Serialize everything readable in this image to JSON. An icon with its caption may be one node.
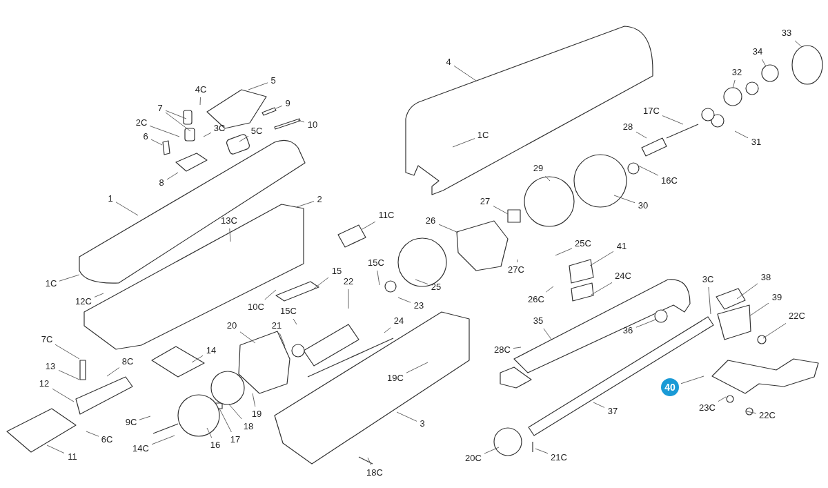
{
  "diagram": {
    "nodes": [
      {
        "text": [
          "33"
        ]
      },
      {
        "text": [
          "4"
        ]
      },
      {
        "text": [
          "34"
        ]
      },
      {
        "text": [
          "32"
        ]
      },
      {
        "text": [
          "5"
        ]
      },
      {
        "text": [
          "4C"
        ]
      },
      {
        "text": [
          "9"
        ]
      },
      {
        "text": [
          "7"
        ]
      },
      {
        "text": [
          "17C"
        ]
      },
      {
        "text": [
          "2C"
        ]
      },
      {
        "text": [
          "10"
        ]
      },
      {
        "text": [
          "3C"
        ]
      },
      {
        "text": [
          "28"
        ]
      },
      {
        "text": [
          "5C"
        ]
      },
      {
        "text": [
          "1C"
        ]
      },
      {
        "text": [
          "6"
        ]
      },
      {
        "text": [
          "31"
        ]
      },
      {
        "text": [
          "29"
        ]
      },
      {
        "text": [
          "16C"
        ]
      },
      {
        "text": [
          "8"
        ]
      },
      {
        "text": [
          "1"
        ]
      },
      {
        "text": [
          "2"
        ]
      },
      {
        "text": [
          "27"
        ]
      },
      {
        "text": [
          "30"
        ]
      },
      {
        "text": [
          "11C"
        ]
      },
      {
        "text": [
          "26"
        ]
      },
      {
        "text": [
          "13C"
        ]
      },
      {
        "text": [
          "25C"
        ]
      },
      {
        "text": [
          "41"
        ]
      },
      {
        "text": [
          "15C"
        ]
      },
      {
        "text": [
          "27C"
        ]
      },
      {
        "text": [
          "15"
        ]
      },
      {
        "text": [
          "24C"
        ]
      },
      {
        "text": [
          "3C"
        ]
      },
      {
        "text": [
          "38"
        ]
      },
      {
        "text": [
          "22"
        ]
      },
      {
        "text": [
          "1C"
        ]
      },
      {
        "text": [
          "25"
        ]
      },
      {
        "text": [
          "39"
        ]
      },
      {
        "text": [
          "26C"
        ]
      },
      {
        "text": [
          "12C"
        ]
      },
      {
        "text": [
          "23"
        ]
      },
      {
        "text": [
          "10C"
        ]
      },
      {
        "text": [
          "15C"
        ]
      },
      {
        "text": [
          "22C"
        ]
      },
      {
        "text": [
          "24"
        ]
      },
      {
        "text": [
          "35"
        ]
      },
      {
        "text": [
          "21"
        ]
      },
      {
        "text": [
          "20"
        ]
      },
      {
        "text": [
          "36"
        ]
      },
      {
        "text": [
          "7C"
        ]
      },
      {
        "text": [
          "28C"
        ]
      },
      {
        "text": [
          "14"
        ]
      },
      {
        "text": [
          "8C"
        ]
      },
      {
        "text": [
          "13"
        ]
      },
      {
        "text": [
          "19C"
        ]
      },
      {
        "text": [
          "12"
        ]
      },
      {
        "text": [
          "40"
        ]
      },
      {
        "text": [
          "23C"
        ]
      },
      {
        "text": [
          "37"
        ]
      },
      {
        "text": [
          "22C"
        ]
      },
      {
        "text": [
          "19"
        ]
      },
      {
        "text": [
          "9C"
        ]
      },
      {
        "text": [
          "3"
        ]
      },
      {
        "text": [
          "18"
        ]
      },
      {
        "text": [
          "17"
        ]
      },
      {
        "text": [
          "6C"
        ]
      },
      {
        "text": [
          "16"
        ]
      },
      {
        "text": [
          "14C"
        ]
      },
      {
        "text": [
          "11"
        ]
      },
      {
        "text": [
          "20C"
        ]
      },
      {
        "text": [
          "21C"
        ]
      },
      {
        "text": [
          "18C"
        ]
      }
    ],
    "edges": [
      {
        "from": 0,
        "to": null,
        "arrow": "none"
      },
      {
        "from": 1,
        "to": null,
        "arrow": "none"
      },
      {
        "from": 2,
        "to": null,
        "arrow": "none"
      },
      {
        "from": 3,
        "to": null,
        "arrow": "none"
      },
      {
        "from": 4,
        "to": null,
        "arrow": "none"
      },
      {
        "from": 5,
        "to": null,
        "arrow": "none"
      },
      {
        "from": 6,
        "to": null,
        "arrow": "none"
      },
      {
        "from": 7,
        "to": null,
        "arrow": "none"
      },
      {
        "from": 7,
        "to": null,
        "arrow": "none"
      },
      {
        "from": 8,
        "to": null,
        "arrow": "none"
      },
      {
        "from": 9,
        "to": null,
        "arrow": "none"
      },
      {
        "from": 10,
        "to": null,
        "arrow": "none"
      },
      {
        "from": 11,
        "to": null,
        "arrow": "none"
      },
      {
        "from": 12,
        "to": null,
        "arrow": "none"
      },
      {
        "from": 13,
        "to": null,
        "arrow": "none"
      },
      {
        "from": 14,
        "to": null,
        "arrow": "none"
      },
      {
        "from": 15,
        "to": null,
        "arrow": "none"
      },
      {
        "from": 16,
        "to": null,
        "arrow": "none"
      },
      {
        "from": 17,
        "to": null,
        "arrow": "none"
      },
      {
        "from": 18,
        "to": null,
        "arrow": "none"
      },
      {
        "from": 19,
        "to": null,
        "arrow": "none"
      },
      {
        "from": 20,
        "to": null,
        "arrow": "none"
      },
      {
        "from": 21,
        "to": null,
        "arrow": "none"
      },
      {
        "from": 22,
        "to": null,
        "arrow": "none"
      },
      {
        "from": 23,
        "to": null,
        "arrow": "none"
      },
      {
        "from": 24,
        "to": null,
        "arrow": "none"
      },
      {
        "from": 25,
        "to": null,
        "arrow": "none"
      },
      {
        "from": 26,
        "to": null,
        "arrow": "none"
      },
      {
        "from": 27,
        "to": null,
        "arrow": "none"
      },
      {
        "from": 28,
        "to": null,
        "arrow": "none"
      },
      {
        "from": 29,
        "to": null,
        "arrow": "none"
      },
      {
        "from": 30,
        "to": null,
        "arrow": "none"
      },
      {
        "from": 31,
        "to": null,
        "arrow": "none"
      },
      {
        "from": 32,
        "to": null,
        "arrow": "none"
      },
      {
        "from": 33,
        "to": null,
        "arrow": "none"
      },
      {
        "from": 34,
        "to": null,
        "arrow": "none"
      },
      {
        "from": 35,
        "to": null,
        "arrow": "none"
      },
      {
        "from": 36,
        "to": null,
        "arrow": "none"
      },
      {
        "from": 37,
        "to": null,
        "arrow": "none"
      },
      {
        "from": 38,
        "to": null,
        "arrow": "none"
      },
      {
        "from": 39,
        "to": null,
        "arrow": "none"
      },
      {
        "from": 40,
        "to": null,
        "arrow": "none"
      },
      {
        "from": 41,
        "to": null,
        "arrow": "none"
      },
      {
        "from": 42,
        "to": null,
        "arrow": "none"
      },
      {
        "from": 43,
        "to": null,
        "arrow": "none"
      },
      {
        "from": 44,
        "to": null,
        "arrow": "none"
      },
      {
        "from": 45,
        "to": null,
        "arrow": "none"
      },
      {
        "from": 46,
        "to": null,
        "arrow": "none"
      },
      {
        "from": 47,
        "to": null,
        "arrow": "none"
      },
      {
        "from": 48,
        "to": null,
        "arrow": "none"
      },
      {
        "from": 49,
        "to": null,
        "arrow": "none"
      },
      {
        "from": 50,
        "to": null,
        "arrow": "none"
      },
      {
        "from": 51,
        "to": null,
        "arrow": "none"
      },
      {
        "from": 52,
        "to": null,
        "arrow": "none"
      },
      {
        "from": 53,
        "to": null,
        "arrow": "none"
      },
      {
        "from": 54,
        "to": null,
        "arrow": "none"
      },
      {
        "from": 55,
        "to": null,
        "arrow": "none"
      },
      {
        "from": 56,
        "to": null,
        "arrow": "none"
      },
      {
        "from": 57,
        "to": null,
        "arrow": "none"
      },
      {
        "from": 58,
        "to": null,
        "arrow": "none"
      },
      {
        "from": 59,
        "to": null,
        "arrow": "none"
      },
      {
        "from": 60,
        "to": null,
        "arrow": "none"
      },
      {
        "from": 61,
        "to": null,
        "arrow": "none"
      },
      {
        "from": 62,
        "to": null,
        "arrow": "none"
      },
      {
        "from": 63,
        "to": null,
        "arrow": "none"
      },
      {
        "from": 64,
        "to": null,
        "arrow": "none"
      },
      {
        "from": 65,
        "to": null,
        "arrow": "none"
      },
      {
        "from": 66,
        "to": null,
        "arrow": "none"
      },
      {
        "from": 67,
        "to": null,
        "arrow": "none"
      },
      {
        "from": 68,
        "to": null,
        "arrow": "none"
      },
      {
        "from": 69,
        "to": null,
        "arrow": "none"
      },
      {
        "from": 70,
        "to": null,
        "arrow": "none"
      },
      {
        "from": 71,
        "to": null,
        "arrow": "none"
      },
      {
        "from": 72,
        "to": null,
        "arrow": "none"
      }
    ]
  }
}
